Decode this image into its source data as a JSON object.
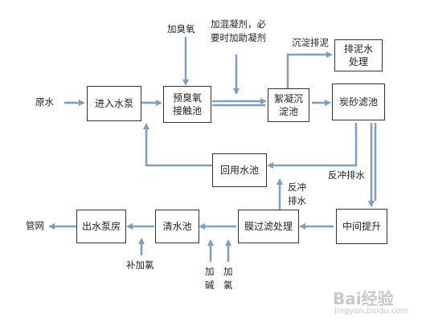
{
  "boxes": {
    "pump_in": "进入水泵",
    "pre_ozone": "预臭氧\n接触池",
    "coag_sed": "絮凝沉\n淀池",
    "sludge": "排泥水\n处理",
    "sand_filter": "炭砂滤池",
    "recycle": "回用水池",
    "mid_lift": "中间提升",
    "membrane": "膜过滤处理",
    "clear_pool": "清水池",
    "out_pump": "出水泵房"
  },
  "labels": {
    "raw_water": "原水",
    "add_ozone": "加臭氧",
    "add_coagulant": "加混凝剂，必\n要时加助凝剂",
    "sed_sludge": "沉淀排泥",
    "backwash": "反冲排水",
    "backwash2": "反冲\n排水",
    "pipe_net": "管网",
    "add_chlorine_supp": "补加氯",
    "add_alkali": "加\n碱",
    "add_chlorine": "加\n氯"
  },
  "watermark": {
    "brand": "Bai经验",
    "site": "jingyan.baidu.com"
  },
  "colors": {
    "arrow": "#7f9cc6",
    "arrow_dark": "#5878a8",
    "box_border": "#333333"
  }
}
